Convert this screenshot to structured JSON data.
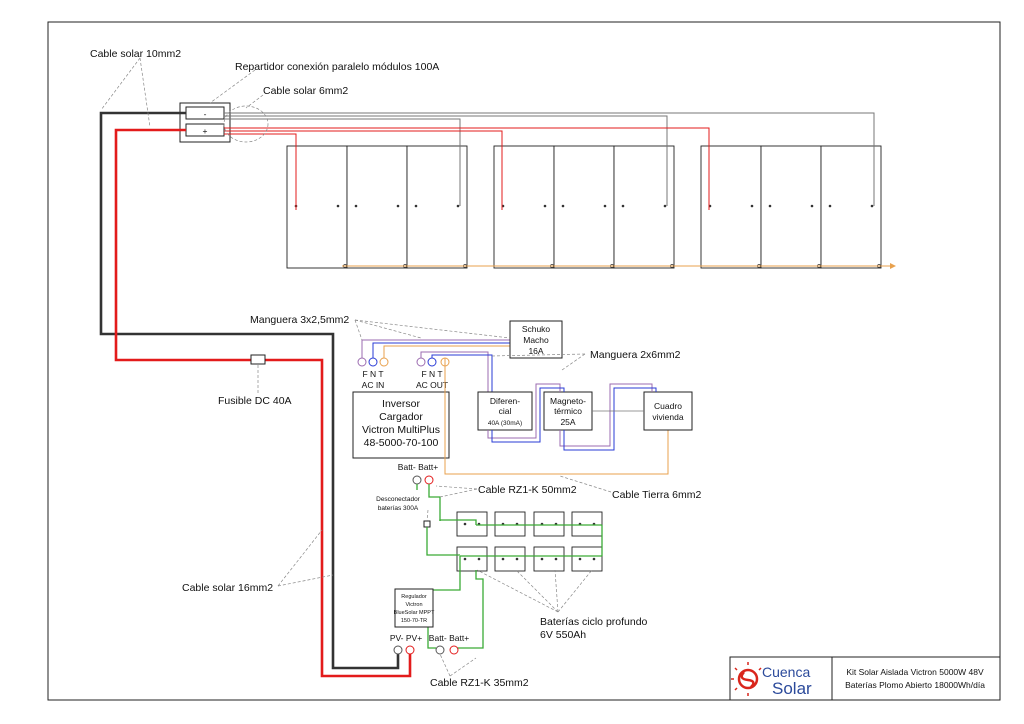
{
  "labels": {
    "cable_solar_10": "Cable solar 10mm2",
    "repartidor": "Repartidor conexión paralelo módulos 100A",
    "cable_solar_6": "Cable solar 6mm2",
    "bus_minus": "-",
    "bus_plus": "+",
    "manguera_3x": "Manguera 3x2,5mm2",
    "schuko": [
      "Schuko",
      "Macho",
      "16A"
    ],
    "manguera_2x": "Manguera 2x6mm2",
    "ac_in_terms": "F  N  T",
    "ac_out_terms": "F  N  T",
    "ac_in": "AC IN",
    "ac_out": "AC OUT",
    "inverter": [
      "Inversor",
      "Cargador",
      "Victron MultiPlus",
      "48-5000-70-100"
    ],
    "diferencial": [
      "Diferen-",
      "cial",
      "40A (30mA)"
    ],
    "magneto": [
      "Magneto-",
      "térmico",
      "25A"
    ],
    "cuadro": [
      "Cuadro",
      "vivienda"
    ],
    "fusible": "Fusible DC 40A",
    "batt_top": "Batt- Batt+",
    "cable_rz1_50": "Cable RZ1-K 50mm2",
    "desconectador": [
      "Desconectador",
      "baterías 300A"
    ],
    "cable_tierra": "Cable Tierra 6mm2",
    "cable_solar_16": "Cable solar 16mm2",
    "baterias": [
      "Baterías ciclo profundo",
      "6V 550Ah"
    ],
    "regulador": [
      "Regulador",
      "Victron",
      "BlueSolar MPPT",
      "150-70-TR"
    ],
    "pv_terms": "PV- PV+",
    "batt_bottom": "Batt- Batt+",
    "cable_rz1_35": "Cable RZ1-K 35mm2",
    "logo_text_1": "Cuenca",
    "logo_text_2": "Solar",
    "title_line_1": "Kit Solar Aislada Victron 5000W 48V",
    "title_line_2": "Baterías Plomo Abierto 18000Wh/día"
  },
  "colors": {
    "positive_wire": "#e31b1b",
    "negative_wire": "#333333",
    "battery_link": "#3aaa35",
    "earth_wire": "#e8a14e",
    "neutral_wire": "#2a3bd6",
    "phase_wire": "#9b6bb0",
    "logo_accent": "#d9261c",
    "logo_blue": "#2b4a9b"
  }
}
